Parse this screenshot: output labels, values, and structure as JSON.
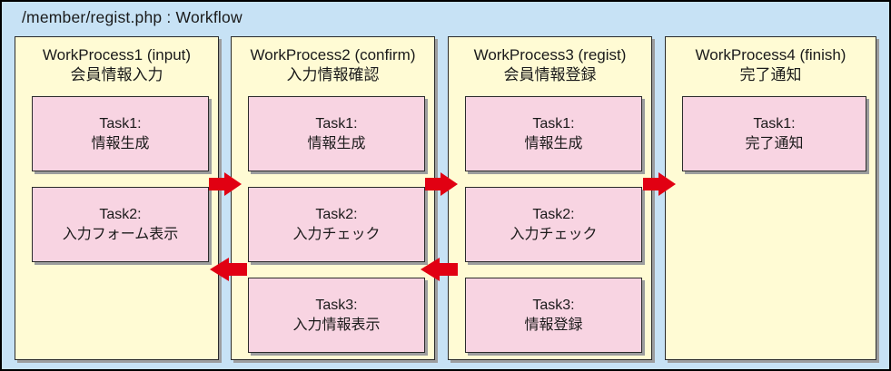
{
  "title": "/member/regist.php : Workflow",
  "colors": {
    "background": "#c7e2f5",
    "panel": "#fffbd4",
    "task": "#f8d4e2",
    "arrow": "#e10012",
    "border": "#2b2b2b",
    "shadow": "#9c9d9e"
  },
  "workflow": {
    "processes": [
      {
        "name": "WorkProcess1 (input)",
        "subtitle": "会員情報入力",
        "tasks": [
          {
            "label": "Task1:",
            "description": "情報生成"
          },
          {
            "label": "Task2:",
            "description": "入力フォーム表示"
          }
        ]
      },
      {
        "name": "WorkProcess2 (confirm)",
        "subtitle": "入力情報確認",
        "tasks": [
          {
            "label": "Task1:",
            "description": "情報生成"
          },
          {
            "label": "Task2:",
            "description": "入力チェック"
          },
          {
            "label": "Task3:",
            "description": "入力情報表示"
          }
        ]
      },
      {
        "name": "WorkProcess3 (regist)",
        "subtitle": "会員情報登録",
        "tasks": [
          {
            "label": "Task1:",
            "description": "情報生成"
          },
          {
            "label": "Task2:",
            "description": "入力チェック"
          },
          {
            "label": "Task3:",
            "description": "情報登録"
          }
        ]
      },
      {
        "name": "WorkProcess4 (finish)",
        "subtitle": "完了通知",
        "tasks": [
          {
            "label": "Task1:",
            "description": "完了通知"
          }
        ]
      }
    ],
    "arrows": [
      {
        "direction": "forward",
        "from": "WorkProcess1",
        "to": "WorkProcess2"
      },
      {
        "direction": "forward",
        "from": "WorkProcess2",
        "to": "WorkProcess3"
      },
      {
        "direction": "forward",
        "from": "WorkProcess3",
        "to": "WorkProcess4"
      },
      {
        "direction": "back",
        "from": "WorkProcess2",
        "to": "WorkProcess1"
      },
      {
        "direction": "back",
        "from": "WorkProcess3",
        "to": "WorkProcess2"
      }
    ]
  }
}
